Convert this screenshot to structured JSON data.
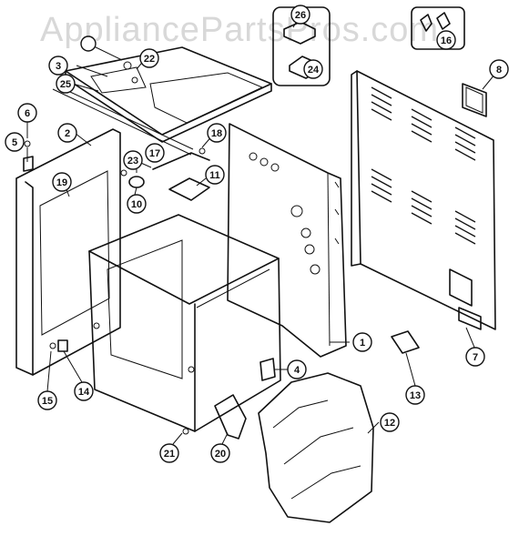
{
  "watermark": "AppliancePartsPros.com",
  "callouts": [
    {
      "id": "c1",
      "label": "1"
    },
    {
      "id": "c2",
      "label": "2"
    },
    {
      "id": "c3",
      "label": "3"
    },
    {
      "id": "c4",
      "label": "4"
    },
    {
      "id": "c5",
      "label": "5"
    },
    {
      "id": "c6",
      "label": "6"
    },
    {
      "id": "c7",
      "label": "7"
    },
    {
      "id": "c8",
      "label": "8"
    },
    {
      "id": "c10",
      "label": "10"
    },
    {
      "id": "c11",
      "label": "11"
    },
    {
      "id": "c12",
      "label": "12"
    },
    {
      "id": "c13",
      "label": "13"
    },
    {
      "id": "c14",
      "label": "14"
    },
    {
      "id": "c15",
      "label": "15"
    },
    {
      "id": "c16",
      "label": "16"
    },
    {
      "id": "c17",
      "label": "17"
    },
    {
      "id": "c18",
      "label": "18"
    },
    {
      "id": "c19",
      "label": "19"
    },
    {
      "id": "c20",
      "label": "20"
    },
    {
      "id": "c21",
      "label": "21"
    },
    {
      "id": "c22",
      "label": "22"
    },
    {
      "id": "c23",
      "label": "23"
    },
    {
      "id": "c24",
      "label": "24"
    },
    {
      "id": "c25",
      "label": "25"
    },
    {
      "id": "c26",
      "label": "26"
    }
  ]
}
